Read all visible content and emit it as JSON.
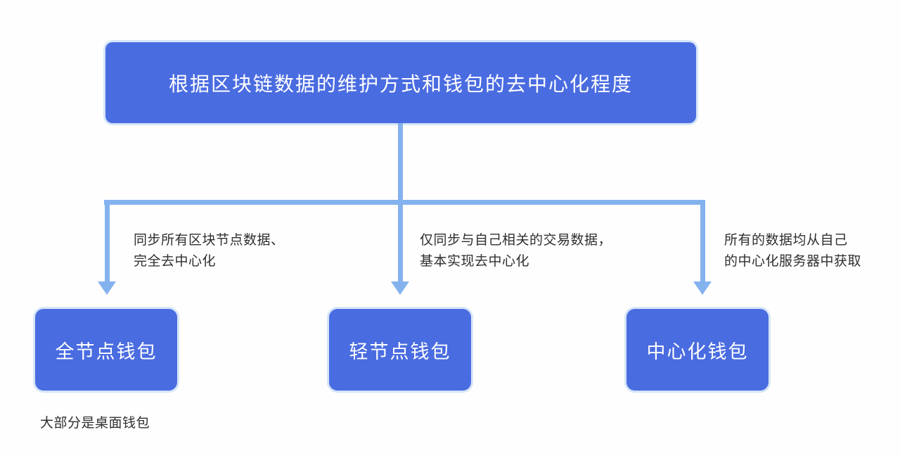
{
  "diagram": {
    "root_label": "根据区块链数据的维护方式和钱包的去中心化程度",
    "branches": [
      {
        "annotation": [
          "同步所有区块节点数据、",
          "完全去中心化"
        ],
        "node_label": "全节点钱包",
        "note": "大部分是桌面钱包"
      },
      {
        "annotation": [
          "仅同步与自己相关的交易数据，",
          "基本实现去中心化"
        ],
        "node_label": "轻节点钱包"
      },
      {
        "annotation": [
          "所有的数据均从自己",
          "的中心化服务器中获取"
        ],
        "node_label": "中心化钱包"
      }
    ],
    "colors": {
      "node_fill": "#4a6ce1",
      "node_glow": "#d6e5f8",
      "connector": "#84b2ee",
      "annotation_text": "#2f2f2f",
      "node_text": "#ffffff",
      "background": "#fefefe"
    }
  }
}
